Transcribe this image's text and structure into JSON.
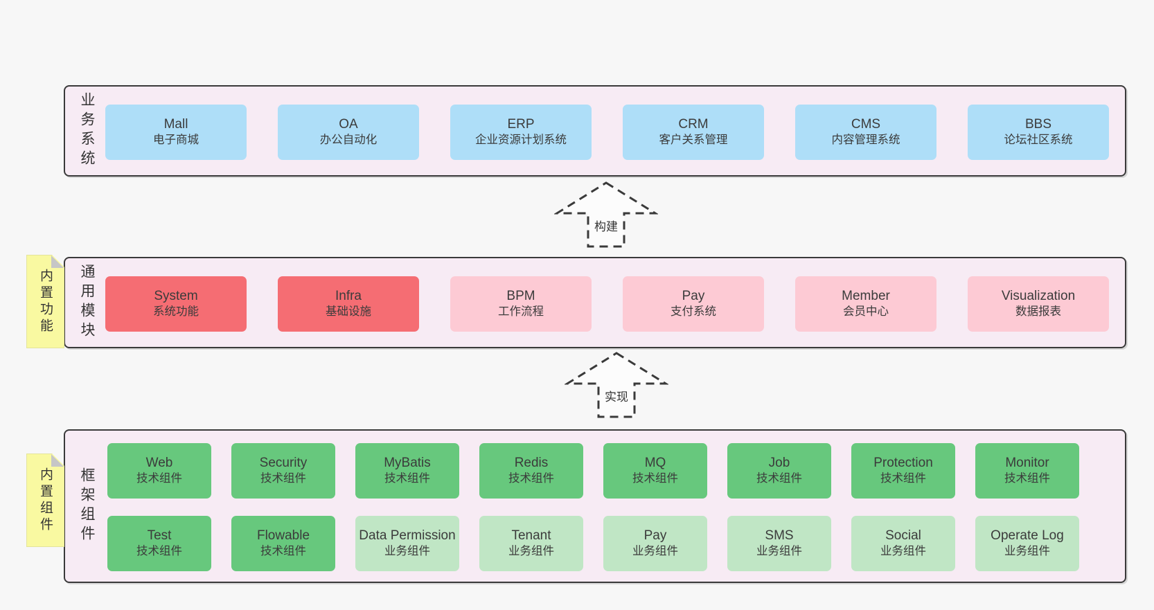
{
  "colors": {
    "page_bg": "#f7f7f7",
    "layer_bg": "#f7ebf4",
    "layer_border": "#3a3a3a",
    "box_blue": "#aedef8",
    "box_red": "#f56d73",
    "box_pink": "#fdcad4",
    "box_green": "#67c87d",
    "box_light_green": "#c0e6c5",
    "note_yellow": "#f9f9a1",
    "text": "#3b3b3b"
  },
  "layers": {
    "business": {
      "label": "业务系统",
      "boxes": [
        {
          "en": "Mall",
          "zh": "电子商城"
        },
        {
          "en": "OA",
          "zh": "办公自动化"
        },
        {
          "en": "ERP",
          "zh": "企业资源计划系统"
        },
        {
          "en": "CRM",
          "zh": "客户关系管理"
        },
        {
          "en": "CMS",
          "zh": "内容管理系统"
        },
        {
          "en": "BBS",
          "zh": "论坛社区系统"
        }
      ]
    },
    "modules": {
      "label": "通用模块",
      "note": "内置功能",
      "boxes": [
        {
          "en": "System",
          "zh": "系统功能"
        },
        {
          "en": "Infra",
          "zh": "基础设施"
        },
        {
          "en": "BPM",
          "zh": "工作流程"
        },
        {
          "en": "Pay",
          "zh": "支付系统"
        },
        {
          "en": "Member",
          "zh": "会员中心"
        },
        {
          "en": "Visualization",
          "zh": "数据报表"
        }
      ]
    },
    "components": {
      "label": "框架组件",
      "note": "内置组件",
      "row1": [
        {
          "en": "Web",
          "zh": "技术组件"
        },
        {
          "en": "Security",
          "zh": "技术组件"
        },
        {
          "en": "MyBatis",
          "zh": "技术组件"
        },
        {
          "en": "Redis",
          "zh": "技术组件"
        },
        {
          "en": "MQ",
          "zh": "技术组件"
        },
        {
          "en": "Job",
          "zh": "技术组件"
        },
        {
          "en": "Protection",
          "zh": "技术组件"
        },
        {
          "en": "Monitor",
          "zh": "技术组件"
        }
      ],
      "row2": [
        {
          "en": "Test",
          "zh": "技术组件"
        },
        {
          "en": "Flowable",
          "zh": "技术组件"
        },
        {
          "en": "Data Permission",
          "zh": "业务组件"
        },
        {
          "en": "Tenant",
          "zh": "业务组件"
        },
        {
          "en": "Pay",
          "zh": "业务组件"
        },
        {
          "en": "SMS",
          "zh": "业务组件"
        },
        {
          "en": "Social",
          "zh": "业务组件"
        },
        {
          "en": "Operate Log",
          "zh": "业务组件"
        }
      ]
    }
  },
  "arrows": {
    "build": "构建",
    "implement": "实现"
  }
}
